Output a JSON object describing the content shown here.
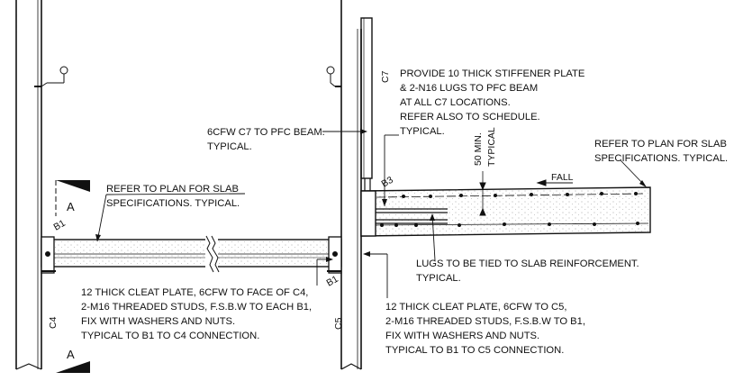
{
  "labels": {
    "c4": "C4",
    "c5": "C5",
    "c7": "C7",
    "b1_left": "B1",
    "b1_right": "B1",
    "b3": "B3",
    "section_top": "A",
    "section_bottom": "A",
    "fall": "FALL",
    "min_top": "50 MIN.",
    "min_bottom": "TYPICAL"
  },
  "notes": {
    "stiffener": [
      "PROVIDE 10 THICK STIFFENER PLATE",
      "& 2-N16 LUGS TO PFC BEAM",
      "AT ALL C7 LOCATIONS.",
      "REFER ALSO TO SCHEDULE.",
      "TYPICAL."
    ],
    "cfw": [
      "6CFW C7 TO PFC BEAM.",
      "TYPICAL."
    ],
    "slab_right": [
      "REFER TO PLAN FOR SLAB",
      "SPECIFICATIONS. TYPICAL."
    ],
    "slab_left": [
      "REFER TO PLAN FOR SLAB",
      "SPECIFICATIONS. TYPICAL."
    ],
    "lugs": [
      "LUGS TO BE TIED TO SLAB REINFORCEMENT.",
      "TYPICAL."
    ],
    "cleat_c4": [
      "12 THICK CLEAT PLATE, 6CFW TO FACE OF C4,",
      "2-M16 THREADED STUDS, F.S.B.W TO EACH B1,",
      "FIX WITH WASHERS AND NUTS.",
      "TYPICAL TO B1 TO C4 CONNECTION."
    ],
    "cleat_c5": [
      "12 THICK CLEAT PLATE, 6CFW TO C5,",
      "2-M16 THREADED STUDS, F.S.B.W TO B1,",
      "FIX WITH WASHERS AND NUTS.",
      "TYPICAL TO B1 TO C5 CONNECTION."
    ]
  }
}
